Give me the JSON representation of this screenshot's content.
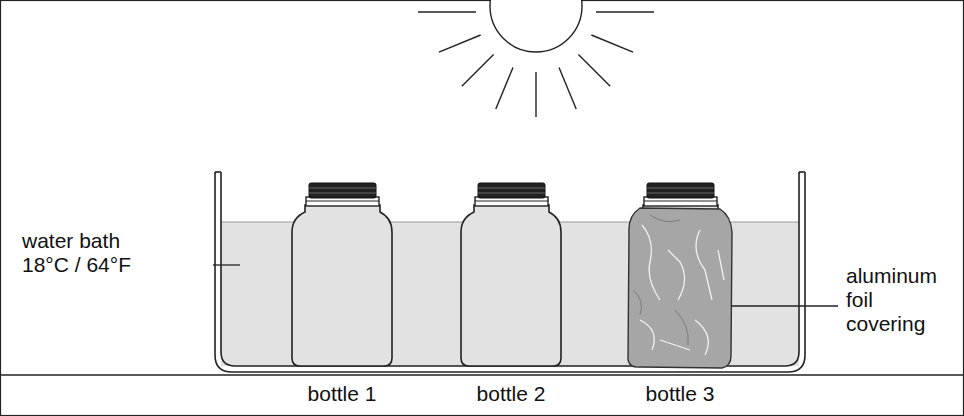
{
  "diagram": {
    "labels": [
      "water bath 18°C / 64°F",
      "aluminum foil covering",
      "bottle 1",
      "bottle 2",
      "bottle 3"
    ]
  }
}
